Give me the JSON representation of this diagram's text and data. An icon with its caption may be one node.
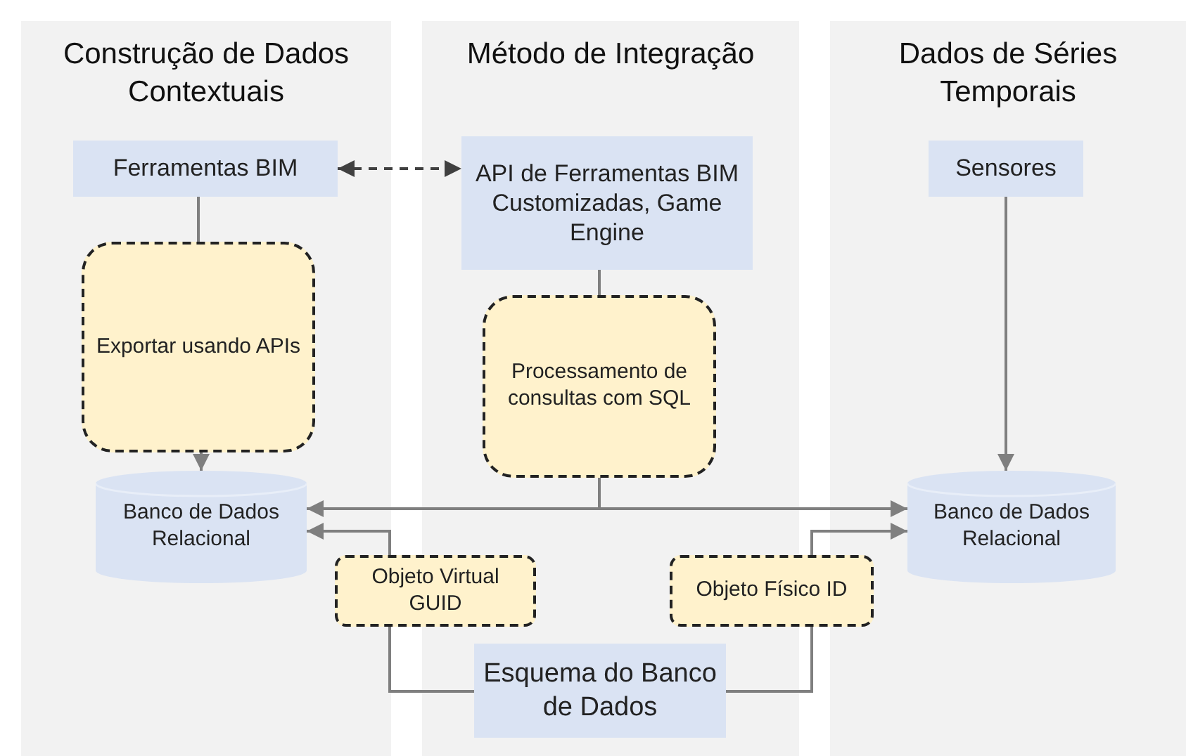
{
  "diagram": {
    "nodes": [
      {
        "text": [
          "Construção de Dados Contextuais"
        ]
      },
      {
        "text": [
          "Ferramentas BIM"
        ],
        "in": 0
      },
      {
        "text": [
          "Exportar usando APIs"
        ],
        "in": 0
      },
      {
        "text": [
          "Banco de Dados Relacional"
        ],
        "in": 0
      },
      {
        "text": [
          "Método de Integração"
        ]
      },
      {
        "text": [
          "API de Ferramentas BIM Customizadas, Game Engine"
        ],
        "in": 4
      },
      {
        "text": [
          "Processamento de consultas com SQL"
        ],
        "in": 4
      },
      {
        "text": [
          "Objeto Virtual GUID"
        ]
      },
      {
        "text": [
          "Objeto Físico ID"
        ]
      },
      {
        "text": [
          "Esquema do Banco de Dados"
        ],
        "in": 4
      },
      {
        "text": [
          "Dados de Séries Temporais"
        ]
      },
      {
        "text": [
          "Sensores"
        ],
        "in": 10
      },
      {
        "text": [
          "Banco de Dados Relacional"
        ],
        "in": 10
      }
    ],
    "edges": [
      {
        "from": 1,
        "to": 5,
        "arrow": "both",
        "style": "dashed",
        "color": "#404040"
      },
      {
        "from": 1,
        "to": 2,
        "arrow": "none"
      },
      {
        "from": 2,
        "to": 3,
        "arrow": "to"
      },
      {
        "from": 5,
        "to": 6,
        "arrow": "none"
      },
      {
        "from": 6,
        "to": 3,
        "arrow": "to"
      },
      {
        "from": 6,
        "to": 12,
        "arrow": "to"
      },
      {
        "from": 7,
        "to": 3,
        "arrow": "to"
      },
      {
        "from": 8,
        "to": 12,
        "arrow": "to"
      },
      {
        "from": 7,
        "to": 9,
        "arrow": "none"
      },
      {
        "from": 8,
        "to": 9,
        "arrow": "none"
      },
      {
        "from": 11,
        "to": 12,
        "arrow": "to"
      }
    ]
  }
}
